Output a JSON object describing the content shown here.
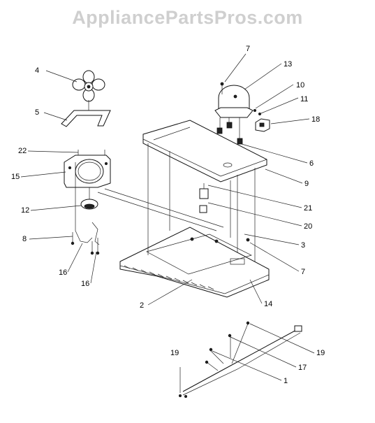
{
  "watermark": "AppliancePartsPros.com",
  "callouts": {
    "c1": "1",
    "c2": "2",
    "c3": "3",
    "c4": "4",
    "c5": "5",
    "c6": "6",
    "c7a": "7",
    "c7b": "7",
    "c8": "8",
    "c9": "9",
    "c10": "10",
    "c11": "11",
    "c12": "12",
    "c13": "13",
    "c14": "14",
    "c15": "15",
    "c16a": "16",
    "c16b": "16",
    "c17": "17",
    "c18": "18",
    "c19a": "19",
    "c19b": "19",
    "c20": "20",
    "c21": "21",
    "c22": "22"
  }
}
